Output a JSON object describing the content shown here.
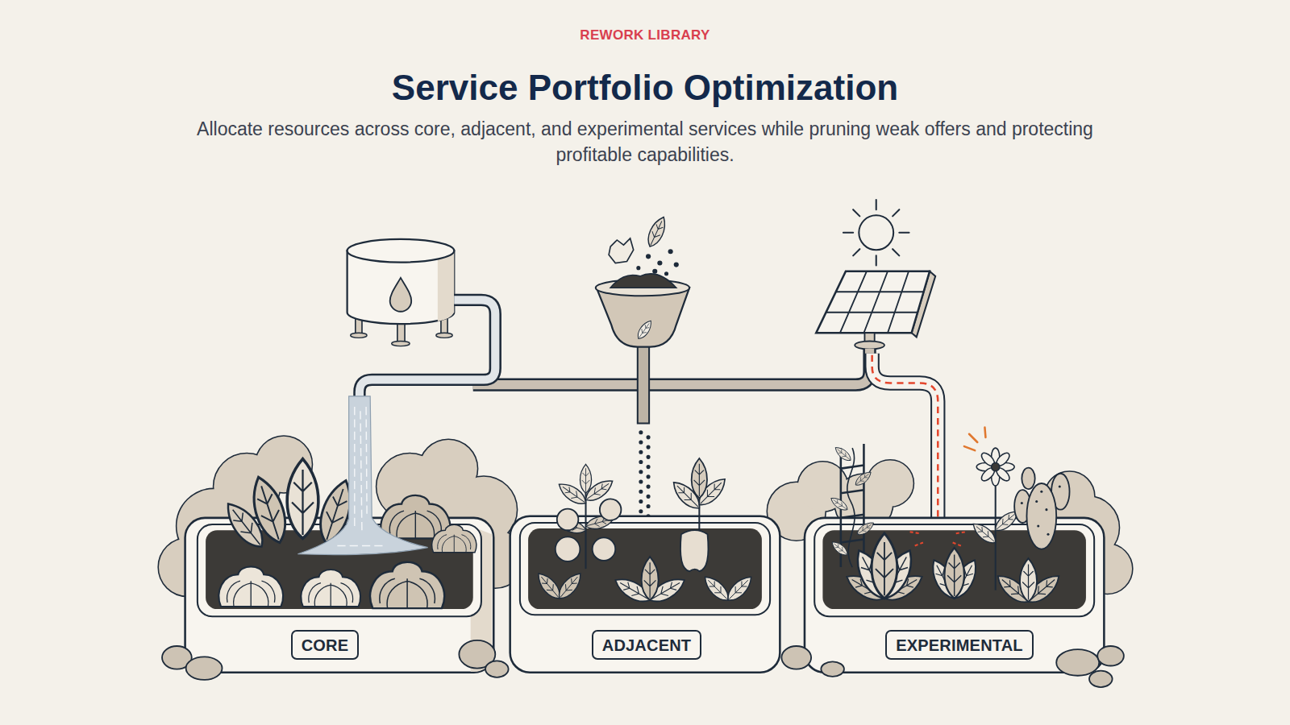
{
  "diagram": {
    "title": "Service Portfolio Optimization",
    "caption": "Allocate resources across core, adjacent, and experimental services while pruning weak offers and protecting profitable capabilities.",
    "nodes": [
      {
        "text": [
          "CORE"
        ]
      },
      {
        "text": [
          "ADJACENT"
        ]
      },
      {
        "text": [
          "EXPERIMENTAL"
        ]
      }
    ],
    "labels": [
      "REWORK LIBRARY"
    ]
  }
}
